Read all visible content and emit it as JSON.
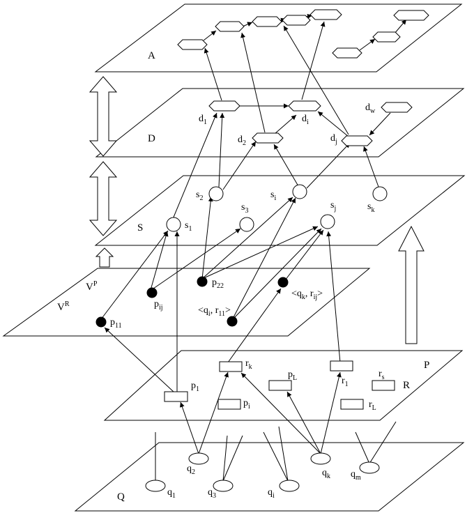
{
  "planes": {
    "A": "A",
    "D": "D",
    "S": "S",
    "V_P": "V",
    "V_P_sup": "P",
    "V_R": "V",
    "V_R_sup": "R",
    "P": "P",
    "R": "R",
    "Q": "Q"
  },
  "nodes": {
    "d1": {
      "base": "d",
      "sub": "1"
    },
    "d2": {
      "base": "d",
      "sub": "2"
    },
    "di": {
      "base": "d",
      "sub": "i"
    },
    "dj": {
      "base": "d",
      "sub": "j"
    },
    "dw": {
      "base": "d",
      "sub": "w"
    },
    "s1": {
      "base": "s",
      "sub": "1"
    },
    "s2": {
      "base": "s",
      "sub": "2"
    },
    "s3": {
      "base": "s",
      "sub": "3"
    },
    "si": {
      "base": "s",
      "sub": "i"
    },
    "sj": {
      "base": "s",
      "sub": "j"
    },
    "sk": {
      "base": "s",
      "sub": "k"
    },
    "p11": {
      "base": "p",
      "sub": "11"
    },
    "pij": {
      "base": "p",
      "sub": "ij"
    },
    "p22": {
      "base": "p",
      "sub": "22"
    },
    "qi_r11": {
      "open": "<q",
      "sub1": "i",
      "mid": ", r",
      "sub2": "11",
      "close": ">"
    },
    "qk_rij": {
      "open": "<q",
      "sub1": "k",
      "mid": ", r",
      "sub2": "ij",
      "close": ">"
    },
    "p1": {
      "base": "p",
      "sub": "1"
    },
    "rk": {
      "base": "r",
      "sub": "k"
    },
    "pL": {
      "base": "p",
      "sub": "L"
    },
    "r1": {
      "base": "r",
      "sub": "1"
    },
    "rs": {
      "base": "r",
      "sub": "s"
    },
    "pi": {
      "base": "p",
      "sub": "i"
    },
    "rL": {
      "base": "r",
      "sub": "L"
    },
    "q1": {
      "base": "q",
      "sub": "1"
    },
    "q2": {
      "base": "q",
      "sub": "2"
    },
    "q3": {
      "base": "q",
      "sub": "3"
    },
    "qi": {
      "base": "q",
      "sub": "i"
    },
    "qk": {
      "base": "q",
      "sub": "k"
    },
    "qm": {
      "base": "q",
      "sub": "m"
    }
  }
}
